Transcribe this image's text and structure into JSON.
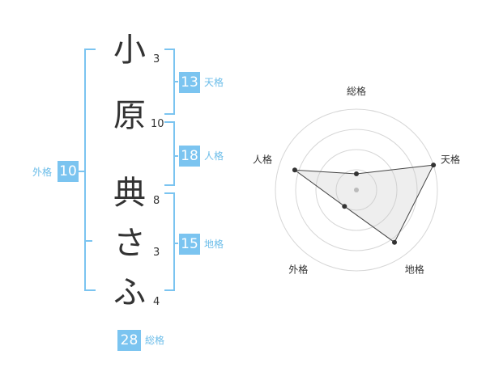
{
  "name": {
    "chars": [
      {
        "char": "小",
        "strokes": "3"
      },
      {
        "char": "原",
        "strokes": "10"
      },
      {
        "char": "典",
        "strokes": "8"
      },
      {
        "char": "さ",
        "strokes": "3"
      },
      {
        "char": "ふ",
        "strokes": "4"
      }
    ]
  },
  "fortunes": {
    "tenkaku": {
      "value": "13",
      "label": "天格"
    },
    "jinkaku": {
      "value": "18",
      "label": "人格"
    },
    "chikaku": {
      "value": "15",
      "label": "地格"
    },
    "gaikaku": {
      "value": "10",
      "label": "外格"
    },
    "soukaku": {
      "value": "28",
      "label": "総格"
    }
  },
  "colors": {
    "accent": "#7bc4f0",
    "label": "#6cbde9",
    "text": "#333333",
    "grid": "#d6d6d6"
  },
  "chart_data": {
    "type": "radar",
    "axes": [
      "総格",
      "天格",
      "地格",
      "外格",
      "人格"
    ],
    "values": [
      0.2,
      1.0,
      0.8,
      0.25,
      0.8
    ],
    "range": [
      0,
      1
    ],
    "rings": 4
  }
}
